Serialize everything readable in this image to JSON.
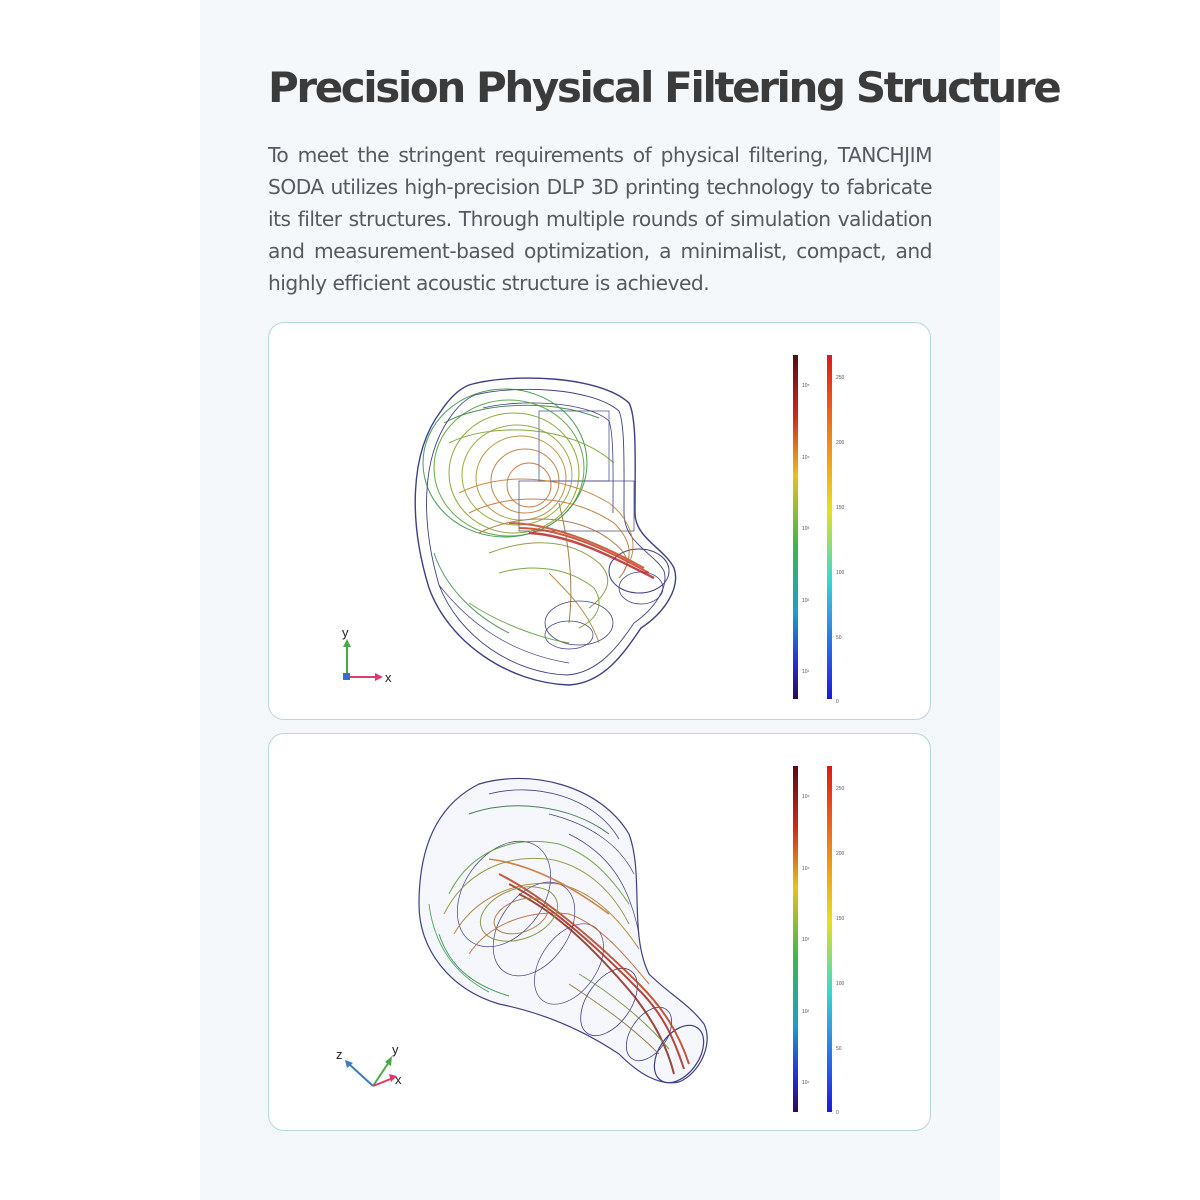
{
  "title": "Precision Physical Filtering Structure",
  "description": "To meet the stringent requirements of physical filtering, TANCHJIM SODA utilizes high-precision DLP 3D printing technology to fabricate its filter structures. Through multiple rounds of simulation validation and measurement-based optimization, a minimalist, compact, and highly efficient acoustic structure is achieved.",
  "panel_top": {
    "axis_y": "y",
    "axis_x": "x",
    "left_scale": [
      "10⁵",
      "10⁴",
      "10³",
      "10²",
      "10¹"
    ],
    "right_scale": [
      "250",
      "200",
      "150",
      "100",
      "50",
      "0"
    ]
  },
  "panel_bottom": {
    "axis_z": "z",
    "axis_y": "y",
    "axis_x": "x",
    "left_scale": [
      "10⁵",
      "10⁴",
      "10³",
      "10²",
      "10¹"
    ],
    "right_scale": [
      "250",
      "200",
      "150",
      "100",
      "50",
      "0"
    ]
  },
  "colors": {
    "title": "#3b3b3b",
    "text": "#555a5e",
    "panel_border": "#b9d6df",
    "shell_outline": "#3d3f86"
  }
}
